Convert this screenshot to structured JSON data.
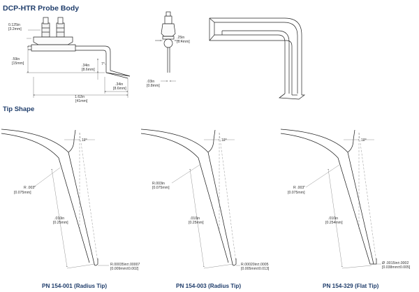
{
  "titles": {
    "probe_body": "DCP-HTR Probe Body",
    "tip_shape": "Tip Shape"
  },
  "side_view": {
    "pin_dia": [
      "0.125in",
      "[3.2mm]"
    ],
    "body_height": [
      ".59in",
      "[15mm]"
    ],
    "tip_rise": [
      ".34in",
      "[8.6mm]"
    ],
    "angle": "7°",
    "tip_len": [
      ".34in",
      "[8.6mm]"
    ],
    "total_len": [
      "1.62in",
      "[41mm]"
    ]
  },
  "end_view": {
    "width": [
      ".25in",
      "[6.4mm]"
    ],
    "tip_width": [
      ".03in",
      "[0.8mm]"
    ]
  },
  "tips": [
    {
      "caption": "PN 154-001 (Radius Tip)",
      "angle": "12°",
      "radius": [
        "R .003\"",
        "[0.075mm]"
      ],
      "length": [
        ".010in",
        "[0.25mm]"
      ],
      "end": [
        "R.00035in±.00007",
        "[0.009mm±0.002]"
      ]
    },
    {
      "caption": "PN 154-003 (Radius Tip)",
      "angle": "12°",
      "radius": [
        "R.003in",
        "[0.075mm]"
      ],
      "length": [
        ".010in",
        "[0.25mm]"
      ],
      "end": [
        "R.00020in±.0005",
        "[0.005mm±0.013]"
      ]
    },
    {
      "caption": "PN 154-329 (Flat Tip)",
      "angle": "12°",
      "radius": [
        "R .003\"",
        "[0.075mm]"
      ],
      "length": [
        ".010in",
        "[0.254mm]"
      ],
      "end": [
        "Ø .0015in±.0002",
        "[0.038mm±0.005]"
      ]
    }
  ]
}
